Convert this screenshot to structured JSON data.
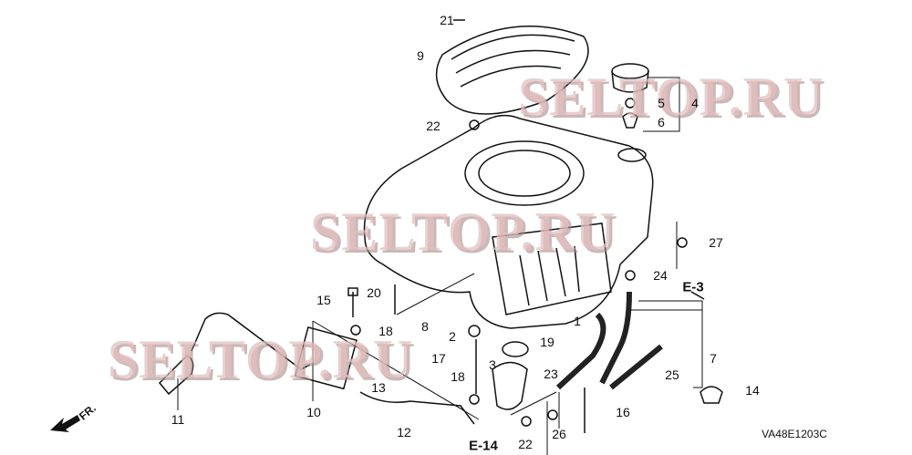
{
  "diagram": {
    "code": "VA48E1203C",
    "front_marker": "FR.",
    "refs": {
      "e3": "E-3",
      "e14": "E-14"
    },
    "parts": [
      "21",
      "9",
      "4",
      "5",
      "6",
      "22",
      "27",
      "24",
      "15",
      "20",
      "18",
      "8",
      "2",
      "1",
      "19",
      "7",
      "17",
      "3",
      "23",
      "18",
      "25",
      "14",
      "13",
      "16",
      "11",
      "10",
      "12",
      "22",
      "26"
    ]
  },
  "watermark": "SELTOP.RU"
}
